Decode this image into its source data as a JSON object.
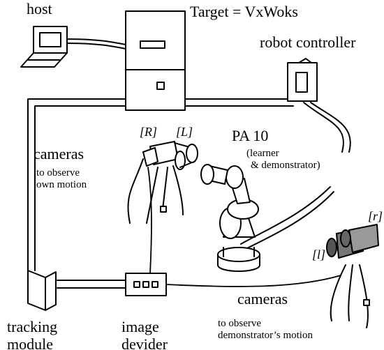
{
  "labels": {
    "host": "host",
    "target": "Target = VxWoks",
    "robot_controller": "robot controller",
    "pa10": "PA 10",
    "pa10_role_1": "(learner",
    "pa10_role_2": "& demonstrator)",
    "cameras_own": "cameras",
    "cameras_own_desc_1": "to observe",
    "cameras_own_desc_2": "own motion",
    "cam_R": "[R]",
    "cam_L": "[L]",
    "cam_r": "[r]",
    "cam_l": "[l]",
    "cameras_demo": "cameras",
    "cameras_demo_desc_1": "to observe",
    "cameras_demo_desc_2": "demonstrator’s motion",
    "tracking_1": "tracking",
    "tracking_2": "module",
    "image_1": "image",
    "image_2": "devider"
  }
}
